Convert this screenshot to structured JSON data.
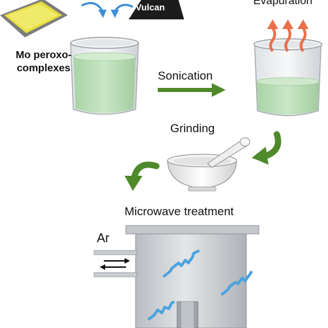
{
  "labels": {
    "mo_peroxo_line1": "Mo peroxo-",
    "mo_peroxo_line2": "complexes",
    "vulcan": "Vulcan",
    "evaporation": "Evapuration",
    "sonication": "Sonication",
    "grinding": "Grinding",
    "microwave_treatment": "Microwave treatment",
    "ar": "Ar"
  },
  "colors": {
    "liquid_green": "#b7ddb4",
    "arrow_green": "#4f8a2a",
    "arrow_blue": "#3f8fd6",
    "steam_orange": "#e8704a",
    "microwave_blue": "#4aa3e0",
    "vessel_gray": "#c9ccd0",
    "tray_yellow": "#e8e24a"
  }
}
